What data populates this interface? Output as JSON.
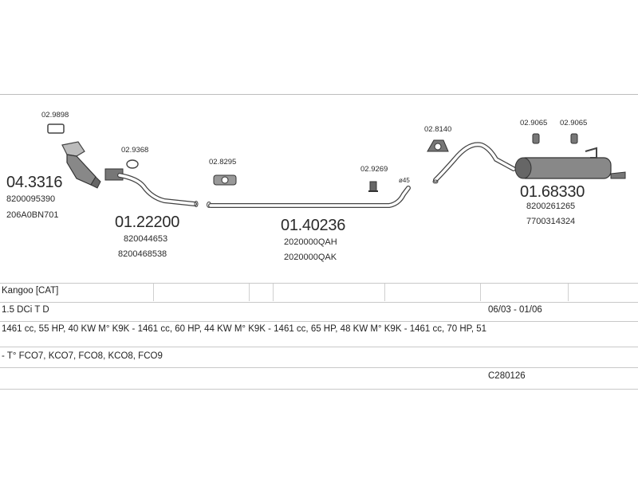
{
  "parts": {
    "p_02_9898": "02.9898",
    "p_04_3316": "04.3316",
    "p_04_3316_ref1": "8200095390",
    "p_04_3316_ref2": "206A0BN701",
    "p_02_9368": "02.9368",
    "p_01_22200": "01.22200",
    "p_01_22200_ref1": "820044653",
    "p_01_22200_ref2": "8200468538",
    "p_02_8295": "02.8295",
    "p_01_40236": "01.40236",
    "p_01_40236_ref1": "2020000QAH",
    "p_01_40236_ref2": "2020000QAK",
    "p_02_9269": "02.9269",
    "diameter": "ø45",
    "p_02_8140": "02.8140",
    "p_02_9065_a": "02.9065",
    "p_02_9065_b": "02.9065",
    "p_01_68330": "01.68330",
    "p_01_68330_ref1": "8200261265",
    "p_01_68330_ref2": "7700314324"
  },
  "table": {
    "model": "Kangoo  [CAT]",
    "engine": "1.5 DCi T D",
    "dates": "06/03 - 01/06",
    "specs": "1461 cc, 55 HP, 40 KW M° K9K - 1461 cc, 60 HP, 44 KW M° K9K - 1461 cc, 65 HP, 48 KW M° K9K - 1461 cc, 70 HP, 51",
    "types": "- T° FCO7, KCO7, FCO8, KCO8, FCO9",
    "code": "C280126"
  },
  "colors": {
    "line": "#333333",
    "stroke": "#555555",
    "grid": "#c8c8c8"
  }
}
